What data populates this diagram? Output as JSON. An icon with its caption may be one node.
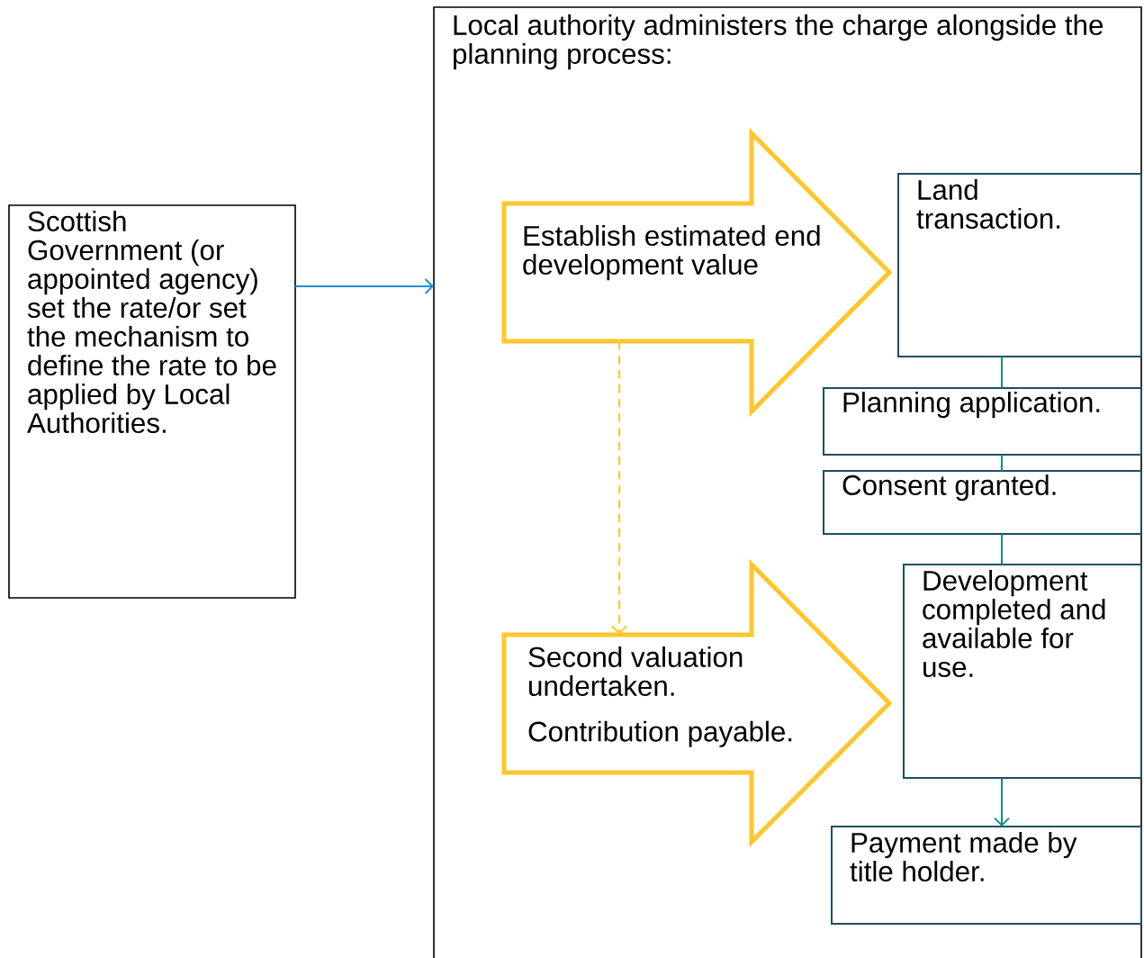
{
  "diagram": {
    "nodes": [
      {
        "text": [
          "Scottish Government (or appointed agency) set the rate/or set the mechanism to define the rate to be applied by Local Authorities."
        ]
      },
      {
        "text": [
          "Local authority administers the charge alongside the planning process:"
        ]
      },
      {
        "text": [
          "Establish estimated end development value"
        ],
        "in": 1
      },
      {
        "text": [
          "Land transaction."
        ],
        "in": 1
      },
      {
        "text": [
          "Planning application."
        ],
        "in": 1
      },
      {
        "text": [
          "Consent granted."
        ],
        "in": 1
      },
      {
        "text": [
          "Development completed and available for use."
        ],
        "in": 1
      },
      {
        "text": [
          "Second valuation undertaken.",
          "Contribution payable."
        ],
        "in": 1
      },
      {
        "text": [
          "Payment made by title holder."
        ],
        "in": 1
      }
    ],
    "edges": [
      {
        "from": 0,
        "to": 1,
        "arrow": "to",
        "color": "#1e8fd6"
      },
      {
        "from": 2,
        "to": 7,
        "arrow": "to",
        "style": "dashed",
        "color": "#ffc72c"
      },
      {
        "from": 3,
        "to": 4,
        "arrow": "none"
      },
      {
        "from": 4,
        "to": 5,
        "arrow": "none"
      },
      {
        "from": 5,
        "to": 6,
        "arrow": "none"
      },
      {
        "from": 6,
        "to": 8,
        "arrow": "to"
      }
    ]
  }
}
